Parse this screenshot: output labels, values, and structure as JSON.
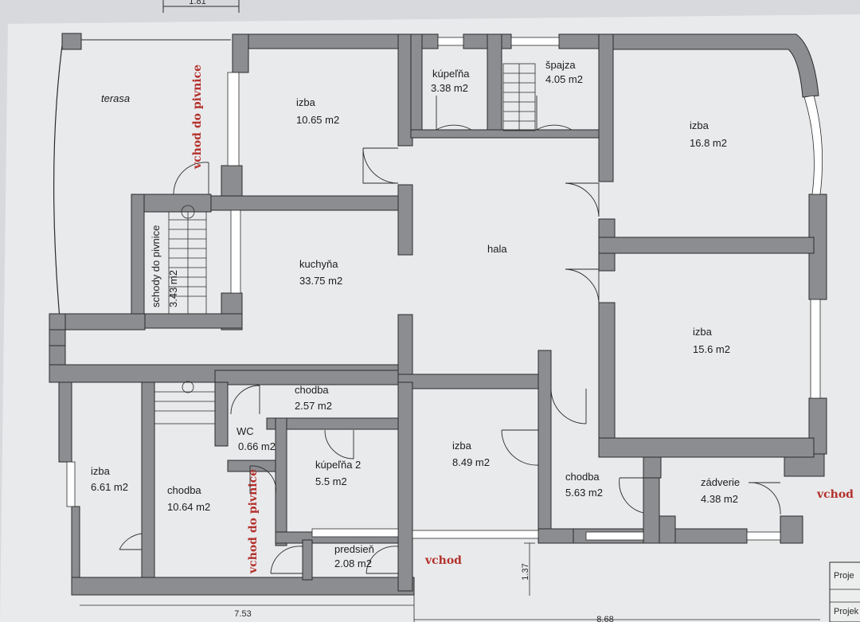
{
  "rooms": {
    "terasa": "terasa",
    "izba_nw_name": "izba",
    "izba_nw_area": "10.65 m2",
    "kupelna_name": "kúpeľňa",
    "kupelna_area": "3.38 m2",
    "spajza_name": "špajza",
    "spajza_area": "4.05 m2",
    "izba_ne_name": "izba",
    "izba_ne_area": "16.8 m2",
    "hala": "hala",
    "kuchyna_name": "kuchyňa",
    "kuchyna_area": "33.75 m2",
    "schody_name": "schody do pivnice",
    "schody_area": "3.43 m2",
    "izba_e_name": "izba",
    "izba_e_area": "15.6 m2",
    "chodba_c_name": "chodba",
    "chodba_c_area": "2.57 m2",
    "wc_name": "WC",
    "wc_area": "0.66 m2",
    "kupelna2_name": "kúpeľňa 2",
    "kupelna2_area": "5.5 m2",
    "izba_c_name": "izba",
    "izba_c_area": "8.49 m2",
    "izba_sw_name": "izba",
    "izba_sw_area": "6.61 m2",
    "chodba_sw_name": "chodba",
    "chodba_sw_area": "10.64 m2",
    "chodba_se_name": "chodba",
    "chodba_se_area": "5.63 m2",
    "zadverie_name": "zádverie",
    "zadverie_area": "4.38 m2",
    "predsien_name": "predsieň",
    "predsien_area": "2.08 m2"
  },
  "annotations": {
    "vchod_pivnice_top": "vchod do pivnice",
    "vchod_pivnice_bottom": "vchod do pivnice",
    "vchod_main": "vchod",
    "vchod_right": "vchod"
  },
  "dimensions": {
    "top_dim": "1.81",
    "bottom_left": "7.53",
    "bottom_right": "8.68",
    "vertical": "1.37"
  },
  "title_block": {
    "line1": "Proje",
    "line2": "Projek"
  },
  "colors": {
    "paper": "#e9eaec",
    "wall": "#8c8d90",
    "wall_edge": "#2b2b2b",
    "line": "#2b2b2b",
    "accent_red": "#b3312c"
  }
}
